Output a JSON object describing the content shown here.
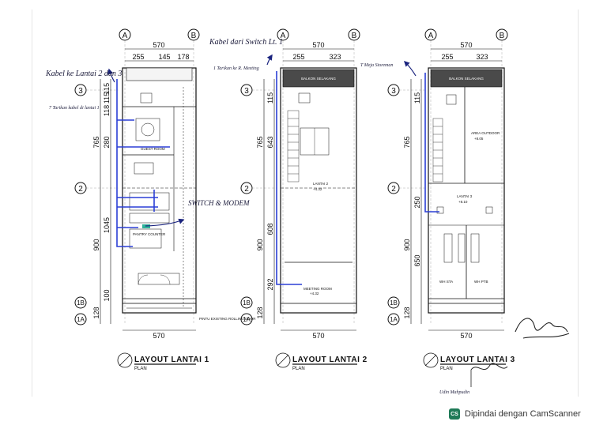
{
  "plans": [
    {
      "title": "LAYOUT LANTAI 1",
      "sub": "PLAN",
      "axes": {
        "a": "A",
        "b": "B"
      },
      "width_total": "570",
      "width_parts": [
        "255",
        "145",
        "178"
      ],
      "rows": {
        "r3": "3",
        "r2": "2",
        "r1b": "1B",
        "r1a": "1A"
      },
      "vdims": [
        "115",
        "115",
        "118",
        "280",
        "765",
        "1045",
        "900",
        "100",
        "128"
      ],
      "bottom_dim": "570",
      "rooms": {
        "guest": "GUEST ROOM",
        "door": "PINTU EXISTING ROLLING DOOR",
        "pantry": "PANTRY COUNTER"
      }
    },
    {
      "title": "LAYOUT LANTAI 2",
      "sub": "PLAN",
      "axes": {
        "a": "A",
        "b": "B"
      },
      "width_total": "570",
      "width_parts": [
        "255",
        "323"
      ],
      "rows": {
        "r3": "3",
        "r2": "2",
        "r1b": "1B",
        "r1a": "1A"
      },
      "vdims": [
        "115",
        "643",
        "765",
        "608",
        "900",
        "292",
        "128"
      ],
      "bottom_dim": "570",
      "rooms": {
        "balcony": "BALKON SELAKANG",
        "lantai": "LANTAI 2",
        "lantai_elev": "+4.32",
        "meeting": "MEETING ROOM",
        "meeting_elev": "+4.32"
      }
    },
    {
      "title": "LAYOUT LANTAI 3",
      "sub": "PLAN",
      "axes": {
        "a": "A",
        "b": "B"
      },
      "width_total": "570",
      "width_parts": [
        "255",
        "323"
      ],
      "rows": {
        "r3": "3",
        "r2": "2",
        "r1b": "1B",
        "r1a": "1A"
      },
      "vdims": [
        "115",
        "765",
        "250",
        "650",
        "900",
        "128"
      ],
      "bottom_dim": "570",
      "rooms": {
        "balcony": "BALKON SELAKANG",
        "outdoor": "AREA OUTDOOR",
        "outdoor_elev": "+8.05",
        "lantai": "LANTAI 3",
        "lantai_elev": "+8.10",
        "wh_sta": "WH STA",
        "wh_ptb": "WH PTB"
      }
    }
  ],
  "annotations": {
    "kabel_ke_lantai": "Kabel ke Lantai 2 dan 3",
    "tarikan_lantai1": "7 Tarikan kabel di lantai 1",
    "switch_modem": "SWITCH & MODEM",
    "kabel_dari": "Kabel dari Switch Lt. 1",
    "tarikan_meeting": "1 Tarikan ke R. Meeting",
    "meja_storeman": "T Meja Storeman",
    "signer": "Udin Mahpudin"
  },
  "footer": {
    "logo": "CS",
    "text": "Dipindai dengan CamScanner"
  },
  "colors": {
    "cable": "#2b3fd6",
    "ink": "#111111"
  }
}
